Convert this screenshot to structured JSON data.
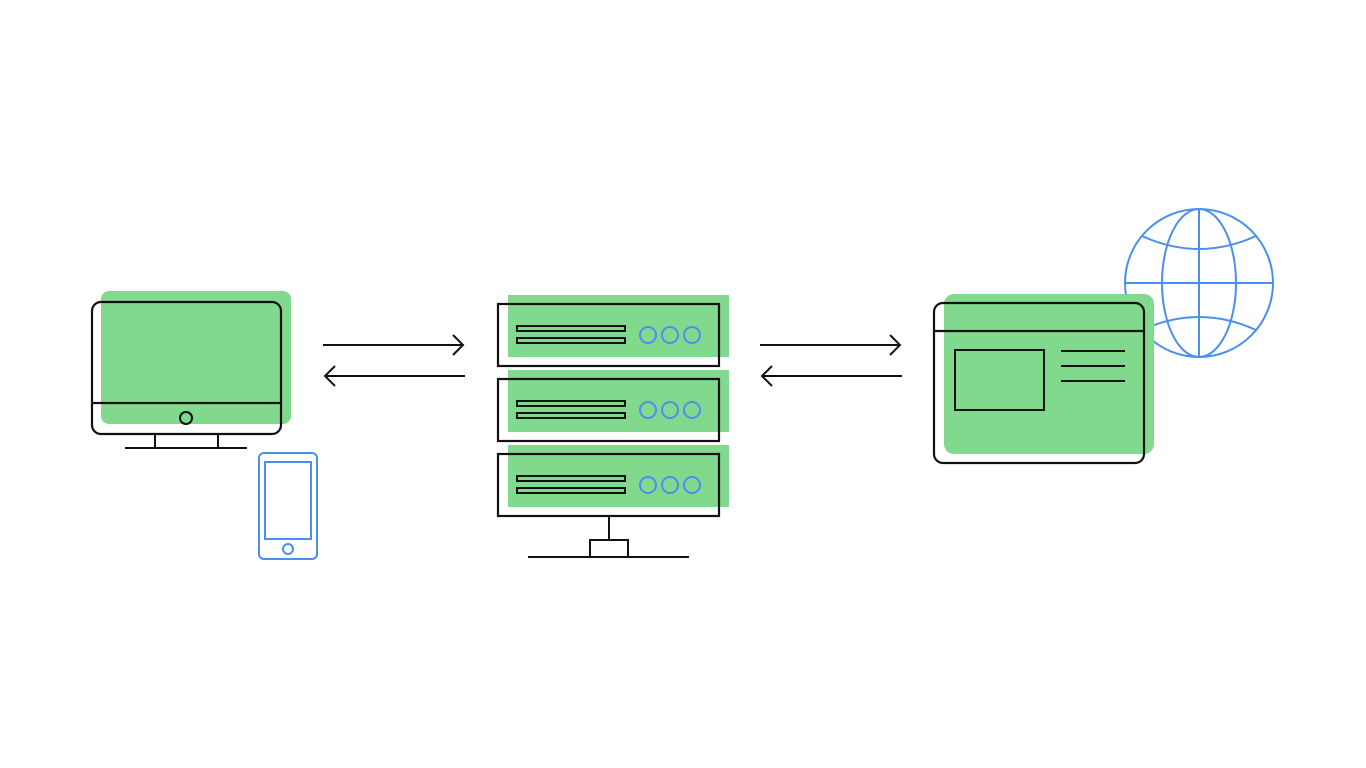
{
  "colors": {
    "fill": "#80d98c",
    "stroke": "#111111",
    "accent": "#4a8ff0",
    "background": "#ffffff"
  },
  "nodes": [
    {
      "id": "client",
      "icons": [
        "desktop-monitor-icon",
        "smartphone-icon"
      ]
    },
    {
      "id": "server",
      "icons": [
        "server-rack-icon"
      ],
      "unit_count": 3,
      "indicator_lights_per_unit": 3
    },
    {
      "id": "website",
      "icons": [
        "browser-window-icon",
        "globe-icon"
      ]
    }
  ],
  "connections": [
    {
      "from": "client",
      "to": "server",
      "direction": "both"
    },
    {
      "from": "server",
      "to": "website",
      "direction": "both"
    }
  ]
}
